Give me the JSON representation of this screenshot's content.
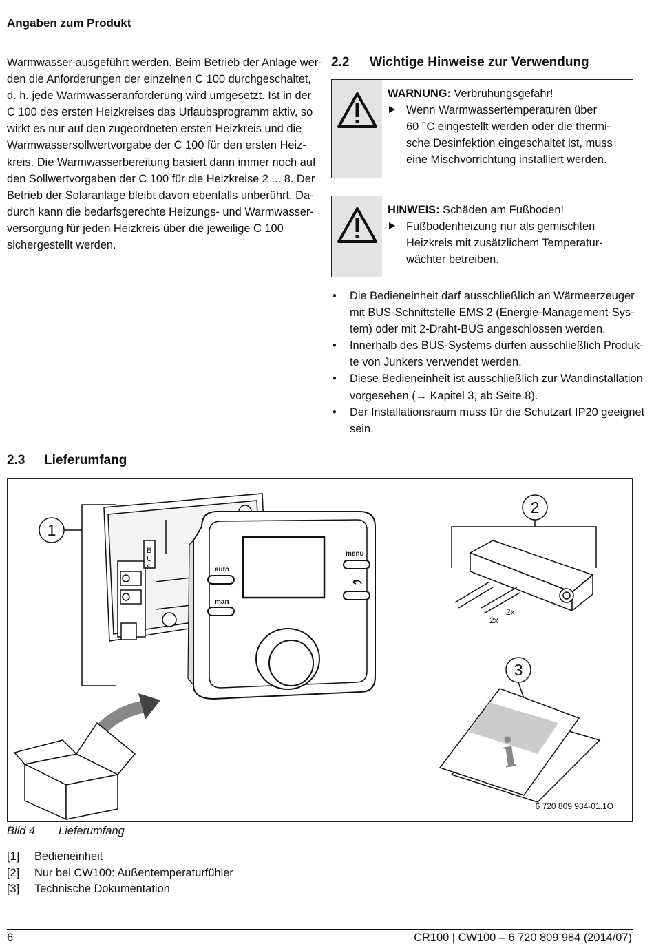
{
  "header": {
    "title": "Angaben zum Produkt"
  },
  "left_paragraph": [
    "Warmwasser ausgeführt werden. Beim Betrieb der Anlage wer-",
    "den die Anforderungen der einzelnen C 100 durchgeschaltet,",
    "d. h. jede Warmwasseranforderung wird umgesetzt. Ist in der",
    "C 100 des ersten Heizkreises das Urlaubsprogramm aktiv, so",
    "wirkt es nur auf den zugeordneten ersten Heizkreis und die",
    "Warmwassersollwertvorgabe der C 100 für den ersten Heiz-",
    "kreis. Die Warmwasserbereitung basiert dann immer noch auf",
    "den Sollwertvorgaben der C 100 für die Heizkreise 2 ... 8. Der",
    "Betrieb der Solaranlage bleibt davon ebenfalls unberührt. Da-",
    "durch kann die bedarfsgerechte Heizungs- und Warmwasser-",
    "versorgung für jeden Heizkreis über die jeweilige C 100",
    "sichergestellt werden."
  ],
  "section_2_2": {
    "number": "2.2",
    "title": "Wichtige Hinweise zur Verwendung"
  },
  "warning": {
    "label": "WARNUNG:",
    "heading": " Verbrühungsgefahr!",
    "lines": [
      "Wenn Warmwassertemperaturen über",
      "60 °C eingestellt werden oder die thermi-",
      "sche Desinfektion eingeschaltet ist, muss",
      "eine Mischvorrichtung installiert werden."
    ]
  },
  "notice": {
    "label": "HINWEIS:",
    "heading": " Schäden am Fußboden!",
    "lines": [
      "Fußbodenheizung nur als gemischten",
      "Heizkreis mit zusätzlichem Temperatur-",
      "wächter betreiben."
    ]
  },
  "bullets": [
    {
      "lines": [
        "Die Bedieneinheit darf ausschließlich an Wärmeerzeuger",
        "mit BUS-Schnittstelle EMS 2 (Energie-Management-Sys-",
        "tem) oder mit 2-Draht-BUS angeschlossen werden."
      ]
    },
    {
      "lines": [
        "Innerhalb des BUS-Systems dürfen ausschließlich Produk-",
        "te von Junkers verwendet werden."
      ]
    },
    {
      "lines": [
        "Diese Bedieneinheit ist ausschließlich zur Wandinstallation",
        "vorgesehen (→ Kapitel 3, ab Seite 8)."
      ]
    },
    {
      "lines": [
        "Der Installationsraum muss für die Schutzart IP20 geeignet",
        "sein."
      ]
    }
  ],
  "bullet_char": "•",
  "section_2_3": {
    "number": "2.3",
    "title": "Lieferumfang"
  },
  "figure": {
    "callouts": [
      "1",
      "2",
      "3"
    ],
    "buttons": {
      "auto": "auto",
      "man": "man",
      "menu": "menu"
    },
    "qty": [
      "2x",
      "2x"
    ],
    "info_glyph": "i",
    "code": "6 720 809 984-01.1O"
  },
  "caption": {
    "label": "Bild 4",
    "title": "Lieferumfang"
  },
  "legend": [
    {
      "num": "[1]",
      "text": "Bedieneinheit"
    },
    {
      "num": "[2]",
      "text": "Nur bei CW100: Außentemperaturfühler"
    },
    {
      "num": "[3]",
      "text": "Technische Dokumentation"
    }
  ],
  "footer": {
    "page": "6",
    "doc": "CR100 | CW100  – 6 720 809 984 (2014/07)"
  }
}
